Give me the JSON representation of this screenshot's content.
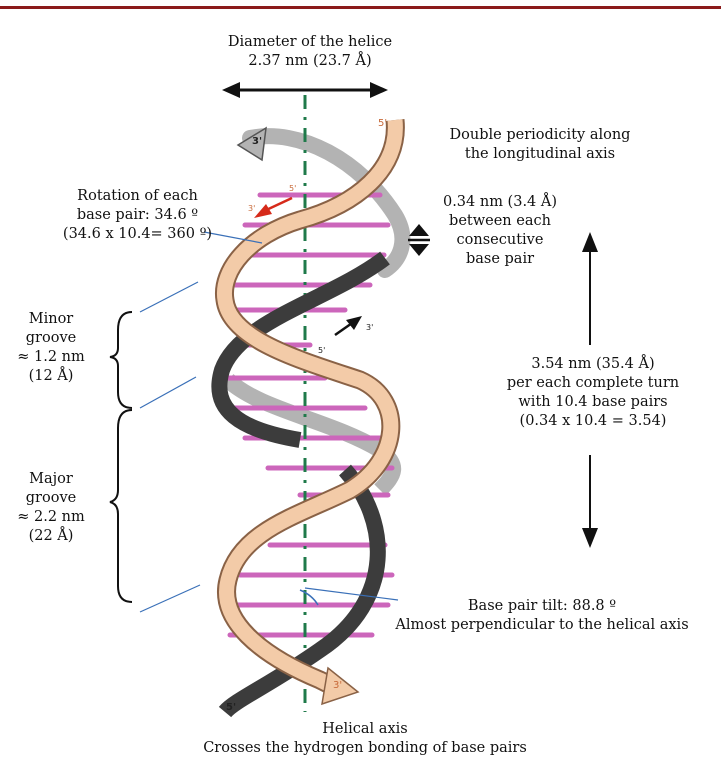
{
  "labels": {
    "diameter": [
      "Diameter of the helice",
      "2.37 nm (23.7 Å)"
    ],
    "periodicity": [
      "Double periodicity along",
      "the longitudinal axis"
    ],
    "rotation": [
      "Rotation of each",
      "base pair: 34.6 º",
      "(34.6 x 10.4= 360 º)"
    ],
    "rise": [
      "0.34 nm (3.4 Å)",
      "between each",
      "consecutive",
      "base pair"
    ],
    "minor_groove": [
      "Minor",
      "groove",
      "≈ 1.2 nm",
      "(12 Å)"
    ],
    "turn": [
      "3.54 nm (35.4 Å)",
      "per each complete turn",
      "with 10.4 base pairs",
      "(0.34 x 10.4 = 3.54)"
    ],
    "major_groove": [
      "Major",
      "groove",
      "≈ 2.2 nm",
      "(22 Å)"
    ],
    "tilt": [
      "Base pair tilt: 88.8 º",
      "Almost perpendicular to the helical axis"
    ],
    "axis": [
      "Helical axis",
      "Crosses the hydrogen bonding of base pairs"
    ]
  },
  "strand_ends": {
    "top_left": "3'",
    "top_right": "5'",
    "inner_top_a": "5'",
    "inner_top_b": "3'",
    "inner_mid_a": "3'",
    "inner_mid_b": "5'",
    "bottom_left": "5'",
    "bottom_right": "3'"
  },
  "colors": {
    "strand_tan": "#f3cba8",
    "strand_tan_edge": "#8a6246",
    "strand_dark": "#3c3c3c",
    "strand_grey": "#b3b3b3",
    "base_pair": "#cc66bb",
    "axis": "#1f7a4a",
    "leader": "#3a70b8",
    "accent_red": "#d62a1a",
    "label_orange": "#c86a3a"
  }
}
